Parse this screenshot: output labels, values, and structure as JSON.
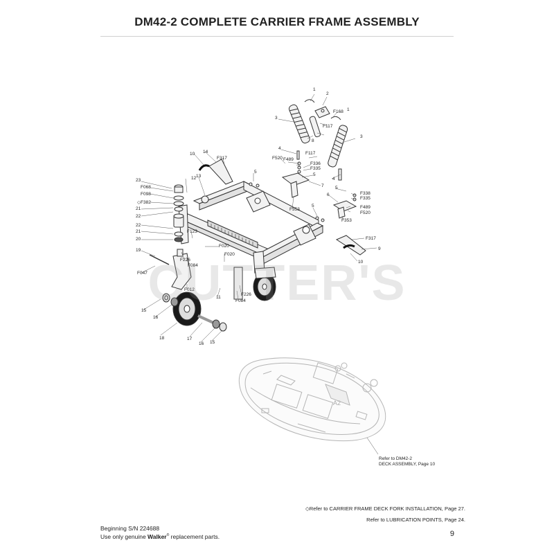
{
  "page": {
    "title": "DM42-2 COMPLETE CARRIER FRAME ASSEMBLY",
    "watermark": "CUTTER'S",
    "page_number": "9"
  },
  "deck_reference": {
    "line1": "Refer to DM42-2",
    "line2": "DECK ASSEMBLY, Page 10"
  },
  "footnotes": {
    "deck_fork": "◇Refer to CARRIER FRAME DECK FORK INSTALLATION, Page 27.",
    "lubrication": "Refer to LUBRICATION POINTS, Page 24."
  },
  "footer": {
    "serial": "Beginning S/N 224688",
    "genuine_prefix": "Use only genuine ",
    "brand": "Walker",
    "registered": "®",
    "genuine_suffix": " replacement parts."
  },
  "callouts": {
    "c1a": "1",
    "c2": "2",
    "c3a": "3",
    "cF168": "F168",
    "c1b": "1",
    "c3b": "3",
    "c8": "8",
    "cF117a": "F117",
    "cF117b": "F117",
    "c4a": "4",
    "cF520a": "F520",
    "cF489a": "F489",
    "cF336": "F336",
    "cF335a": "F335",
    "c5a": "5",
    "c7": "7",
    "c4b": "4",
    "c5b": "5",
    "cF338": "F338",
    "cF335b": "F335",
    "c6": "6",
    "cF489b": "F489",
    "cF520b": "F520",
    "cF353a": "F353",
    "c5c": "5",
    "cF353b": "F353",
    "cF317a": "F317",
    "c9": "9",
    "c10a": "10",
    "c10b": "10",
    "c14": "14",
    "cF317b": "F317",
    "c5d": "5",
    "c12": "12",
    "c13": "13",
    "c23": "23",
    "cF068": "F068",
    "cF098": "F098",
    "cF382": "◇F382",
    "c21a": "21",
    "c22a": "22",
    "c22b": "22",
    "c21b": "21",
    "c20": "20",
    "cF123": "F123",
    "cF020a": "F020",
    "c19": "19",
    "cF226a": "F226",
    "cF084a": "F084",
    "cF020b": "F020",
    "cF047": "F047",
    "cF012": "F012",
    "c11": "11",
    "cF226b": "F226",
    "cF084b": "F084",
    "c15a": "15",
    "c16a": "16",
    "c18": "18",
    "c17": "17",
    "c16b": "16",
    "c15b": "15"
  },
  "colors": {
    "line": "#333333",
    "part_fill": "#f2f2f2",
    "deck_line": "#b5b5b5",
    "tire": "#1a1a1a",
    "watermark": "#969696"
  }
}
